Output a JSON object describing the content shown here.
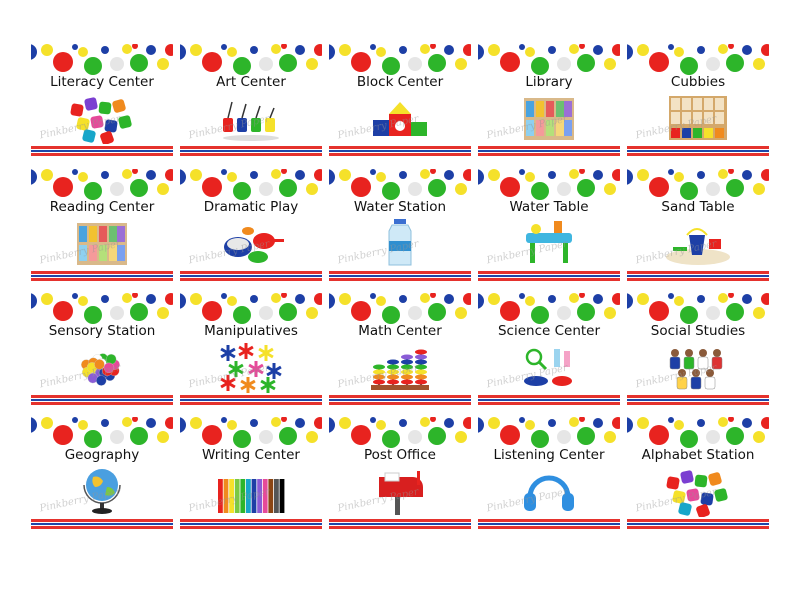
{
  "page": {
    "background": "#ffffff"
  },
  "palette": {
    "red": "#e8231f",
    "blue": "#1d3fa6",
    "green": "#2db52a",
    "yellow": "#f5e12a",
    "stripe_red": "#e5322d",
    "stripe_blue": "#1f47a8"
  },
  "watermark": "Pinkberry Paper",
  "cards": [
    {
      "label": "Literacy Center",
      "icon": "alphabet-letters-icon"
    },
    {
      "label": "Art Center",
      "icon": "paint-cups-icon"
    },
    {
      "label": "Block Center",
      "icon": "building-blocks-icon"
    },
    {
      "label": "Library",
      "icon": "bookshelf-icon"
    },
    {
      "label": "Cubbies",
      "icon": "cubbies-shelf-icon"
    },
    {
      "label": "Reading Center",
      "icon": "bookshelf-icon"
    },
    {
      "label": "Dramatic Play",
      "icon": "toy-cookware-icon"
    },
    {
      "label": "Water Station",
      "icon": "water-bottle-icon"
    },
    {
      "label": "Water Table",
      "icon": "water-table-icon"
    },
    {
      "label": "Sand Table",
      "icon": "sand-toys-icon"
    },
    {
      "label": "Sensory Station",
      "icon": "pom-poms-icon"
    },
    {
      "label": "Manipulatives",
      "icon": "snap-flakes-icon"
    },
    {
      "label": "Math Center",
      "icon": "abacus-stacker-icon"
    },
    {
      "label": "Science Center",
      "icon": "science-kit-icon"
    },
    {
      "label": "Social Studies",
      "icon": "community-figures-icon"
    },
    {
      "label": "Geography",
      "icon": "globe-icon"
    },
    {
      "label": "Writing Center",
      "icon": "colored-pencils-icon"
    },
    {
      "label": "Post Office",
      "icon": "mailbox-icon"
    },
    {
      "label": "Listening Center",
      "icon": "headphones-icon"
    },
    {
      "label": "Alphabet Station",
      "icon": "alphabet-letters-icon"
    }
  ]
}
